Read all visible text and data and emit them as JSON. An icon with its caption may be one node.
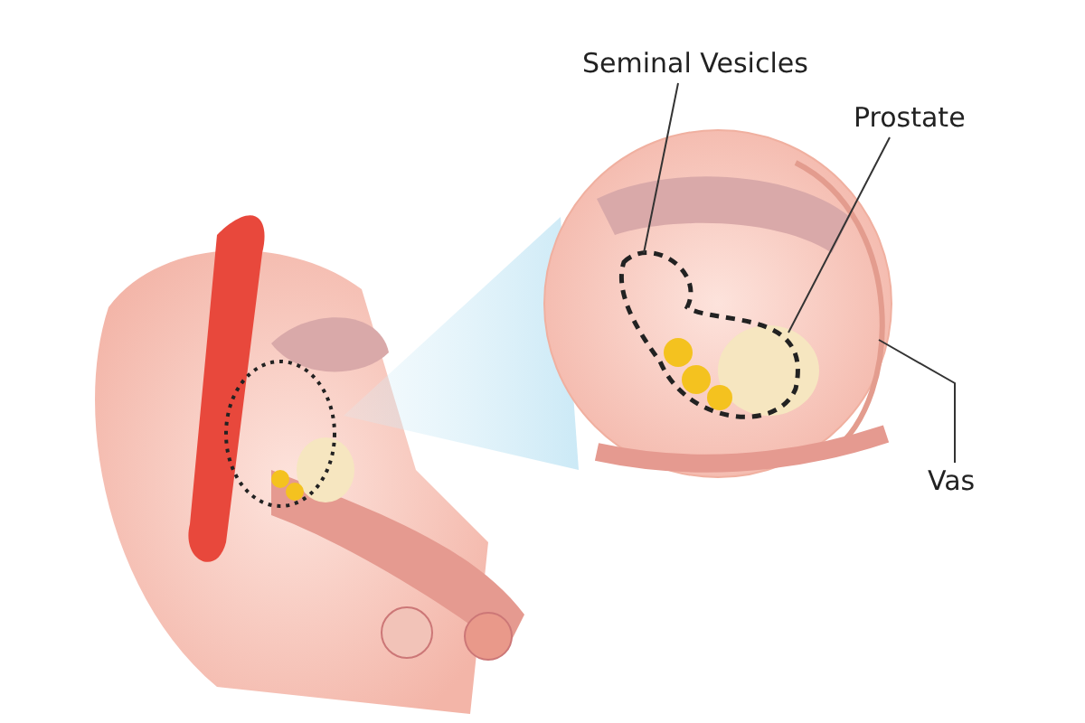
{
  "diagram": {
    "nodes": [
      {
        "text": [
          "Seminal Vesicles"
        ]
      },
      {
        "text": [
          "Prostate"
        ]
      },
      {
        "text": [
          "Vas"
        ]
      }
    ],
    "edges": [
      {
        "from": 0,
        "to": null,
        "arrow": "none"
      },
      {
        "from": 1,
        "to": null,
        "arrow": "none"
      },
      {
        "from": 2,
        "to": null,
        "arrow": "none"
      }
    ]
  }
}
